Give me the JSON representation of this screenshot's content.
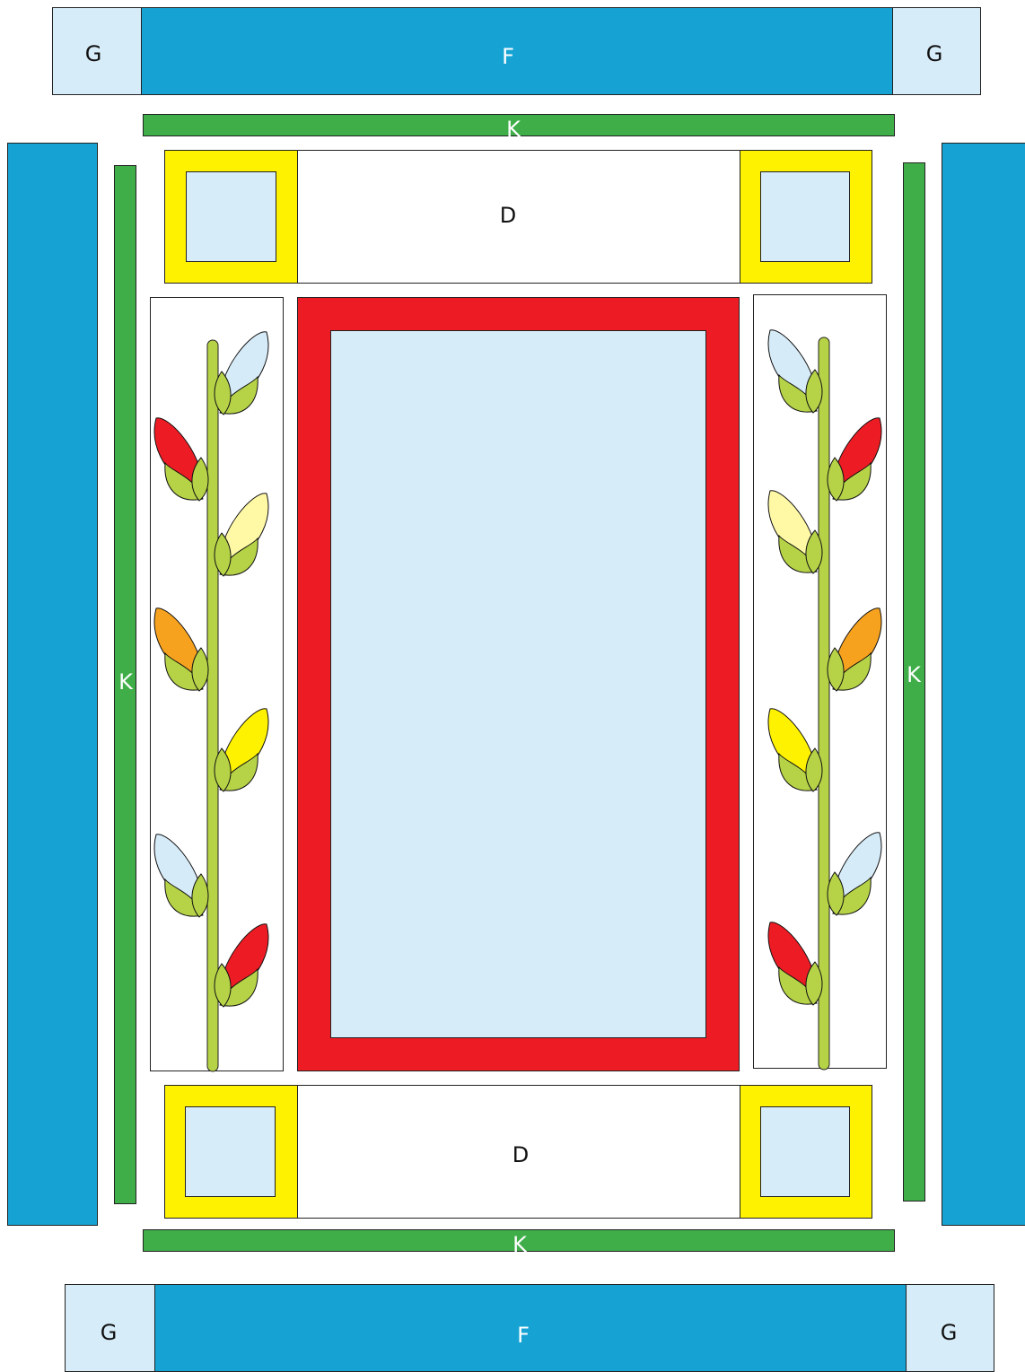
{
  "labels": {
    "f_top": "F",
    "g_top_left": "G",
    "g_top_right": "G",
    "k_top": "K",
    "d_top": "D",
    "k_left": "K",
    "k_right": "K",
    "d_bottom": "D",
    "k_bottom": "K",
    "f_bottom": "F",
    "g_bottom_left": "G",
    "g_bottom_right": "G"
  },
  "colors": {
    "blue": "#16a3d3",
    "light_blue": "#d7ecf9",
    "green": "#3fae49",
    "yellow": "#fff200",
    "red": "#ed1c24",
    "white": "#ffffff",
    "leaf": "#b6d347",
    "flower_light_blue": "#d6ebf8",
    "flower_red": "#ed1c24",
    "flower_cream": "#fff9a6",
    "flower_orange": "#f7a21e",
    "flower_yellow": "#fff200"
  },
  "left_panel_flowers": [
    "flower_light_blue",
    "flower_red",
    "flower_cream",
    "flower_orange",
    "flower_yellow",
    "flower_light_blue",
    "flower_red"
  ],
  "right_panel_flowers": [
    "flower_light_blue",
    "flower_red",
    "flower_cream",
    "flower_orange",
    "flower_yellow",
    "flower_light_blue",
    "flower_red"
  ]
}
